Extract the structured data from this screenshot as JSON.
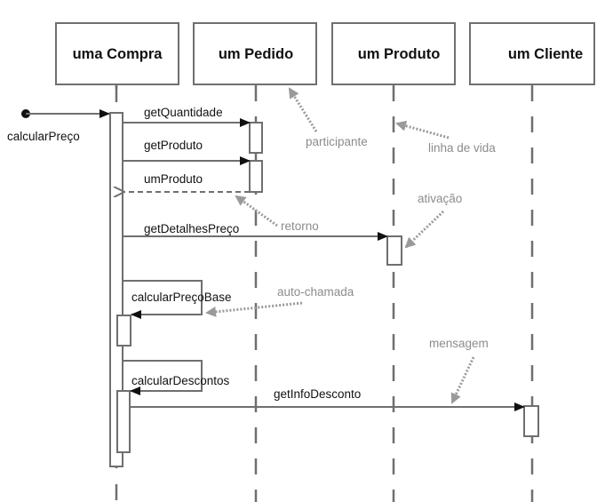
{
  "participants": [
    {
      "name": "uma Compra"
    },
    {
      "name": "um Pedido"
    },
    {
      "name": "um Produto"
    },
    {
      "name": "um Cliente"
    }
  ],
  "found_message": "calcularPreço",
  "messages": [
    {
      "label": "getQuantidade",
      "from": "uma Compra",
      "to": "um Pedido",
      "kind": "synchronous"
    },
    {
      "label": "getProduto",
      "from": "uma Compra",
      "to": "um Pedido",
      "kind": "synchronous"
    },
    {
      "label": "umProduto",
      "from": "um Pedido",
      "to": "uma Compra",
      "kind": "return"
    },
    {
      "label": "getDetalhesPreço",
      "from": "uma Compra",
      "to": "um Produto",
      "kind": "synchronous"
    },
    {
      "label": "calcularPreçoBase",
      "from": "uma Compra",
      "to": "uma Compra",
      "kind": "self-call"
    },
    {
      "label": "calcularDescontos",
      "from": "uma Compra",
      "to": "uma Compra",
      "kind": "self-call"
    },
    {
      "label": "getInfoDesconto",
      "from": "uma Compra",
      "to": "um Cliente",
      "kind": "synchronous"
    }
  ],
  "annotations": {
    "participant": "participante",
    "lifeline": "linha de vida",
    "activation": "ativação",
    "return": "retorno",
    "self_call": "auto-chamada",
    "message": "mensagem"
  },
  "colors": {
    "line": "#6f6f6f",
    "annotation": "#8c8c8c",
    "text": "#111111"
  }
}
